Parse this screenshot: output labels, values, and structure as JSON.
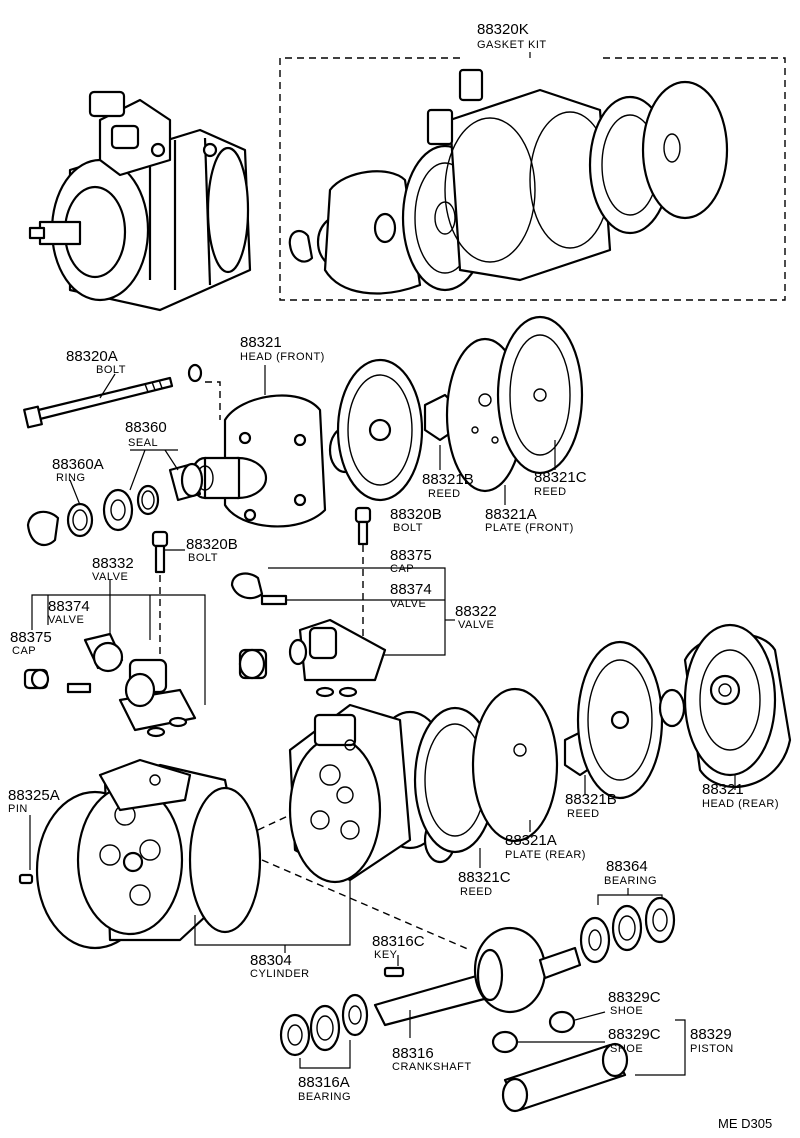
{
  "labels": {
    "gasket_kit": {
      "number": "88320K",
      "name": "GASKET KIT"
    },
    "bolt_long": {
      "number": "88320A",
      "name": "BOLT"
    },
    "head_front": {
      "number": "88321",
      "name": "HEAD (FRONT)"
    },
    "seal": {
      "number": "88360",
      "name": "SEAL"
    },
    "ring": {
      "number": "88360A",
      "name": "RING"
    },
    "reed_b_front": {
      "number": "88321B",
      "name": "REED"
    },
    "reed_c_front": {
      "number": "88321C",
      "name": "REED"
    },
    "plate_front": {
      "number": "88321A",
      "name": "PLATE (FRONT)"
    },
    "bolt_right": {
      "number": "88320B",
      "name": "BOLT"
    },
    "bolt_left": {
      "number": "88320B",
      "name": "BOLT"
    },
    "valve_left": {
      "number": "88332",
      "name": "VALVE"
    },
    "cap_right": {
      "number": "88375",
      "name": "CAP"
    },
    "valve_small_right": {
      "number": "88374",
      "name": "VALVE"
    },
    "valve_right": {
      "number": "88322",
      "name": "VALVE"
    },
    "valve_small_left": {
      "number": "88374",
      "name": "VALVE"
    },
    "cap_left": {
      "number": "88375",
      "name": "CAP"
    },
    "pin": {
      "number": "88325A",
      "name": "PIN"
    },
    "reed_b_rear": {
      "number": "88321B",
      "name": "REED"
    },
    "head_rear": {
      "number": "88321",
      "name": "HEAD (REAR)"
    },
    "plate_rear": {
      "number": "88321A",
      "name": "PLATE (REAR)"
    },
    "reed_c_rear": {
      "number": "88321C",
      "name": "REED"
    },
    "bearing_right": {
      "number": "88364",
      "name": "BEARING"
    },
    "cylinder": {
      "number": "88304",
      "name": "CYLINDER"
    },
    "key": {
      "number": "88316C",
      "name": "KEY"
    },
    "shoe_upper": {
      "number": "88329C",
      "name": "SHOE"
    },
    "shoe_lower": {
      "number": "88329C",
      "name": "SHOE"
    },
    "piston": {
      "number": "88329",
      "name": "PISTON"
    },
    "crankshaft": {
      "number": "88316",
      "name": "CRANKSHAFT"
    },
    "bearing_left": {
      "number": "88316A",
      "name": "BEARING"
    }
  },
  "diagram_code": "ME D305"
}
